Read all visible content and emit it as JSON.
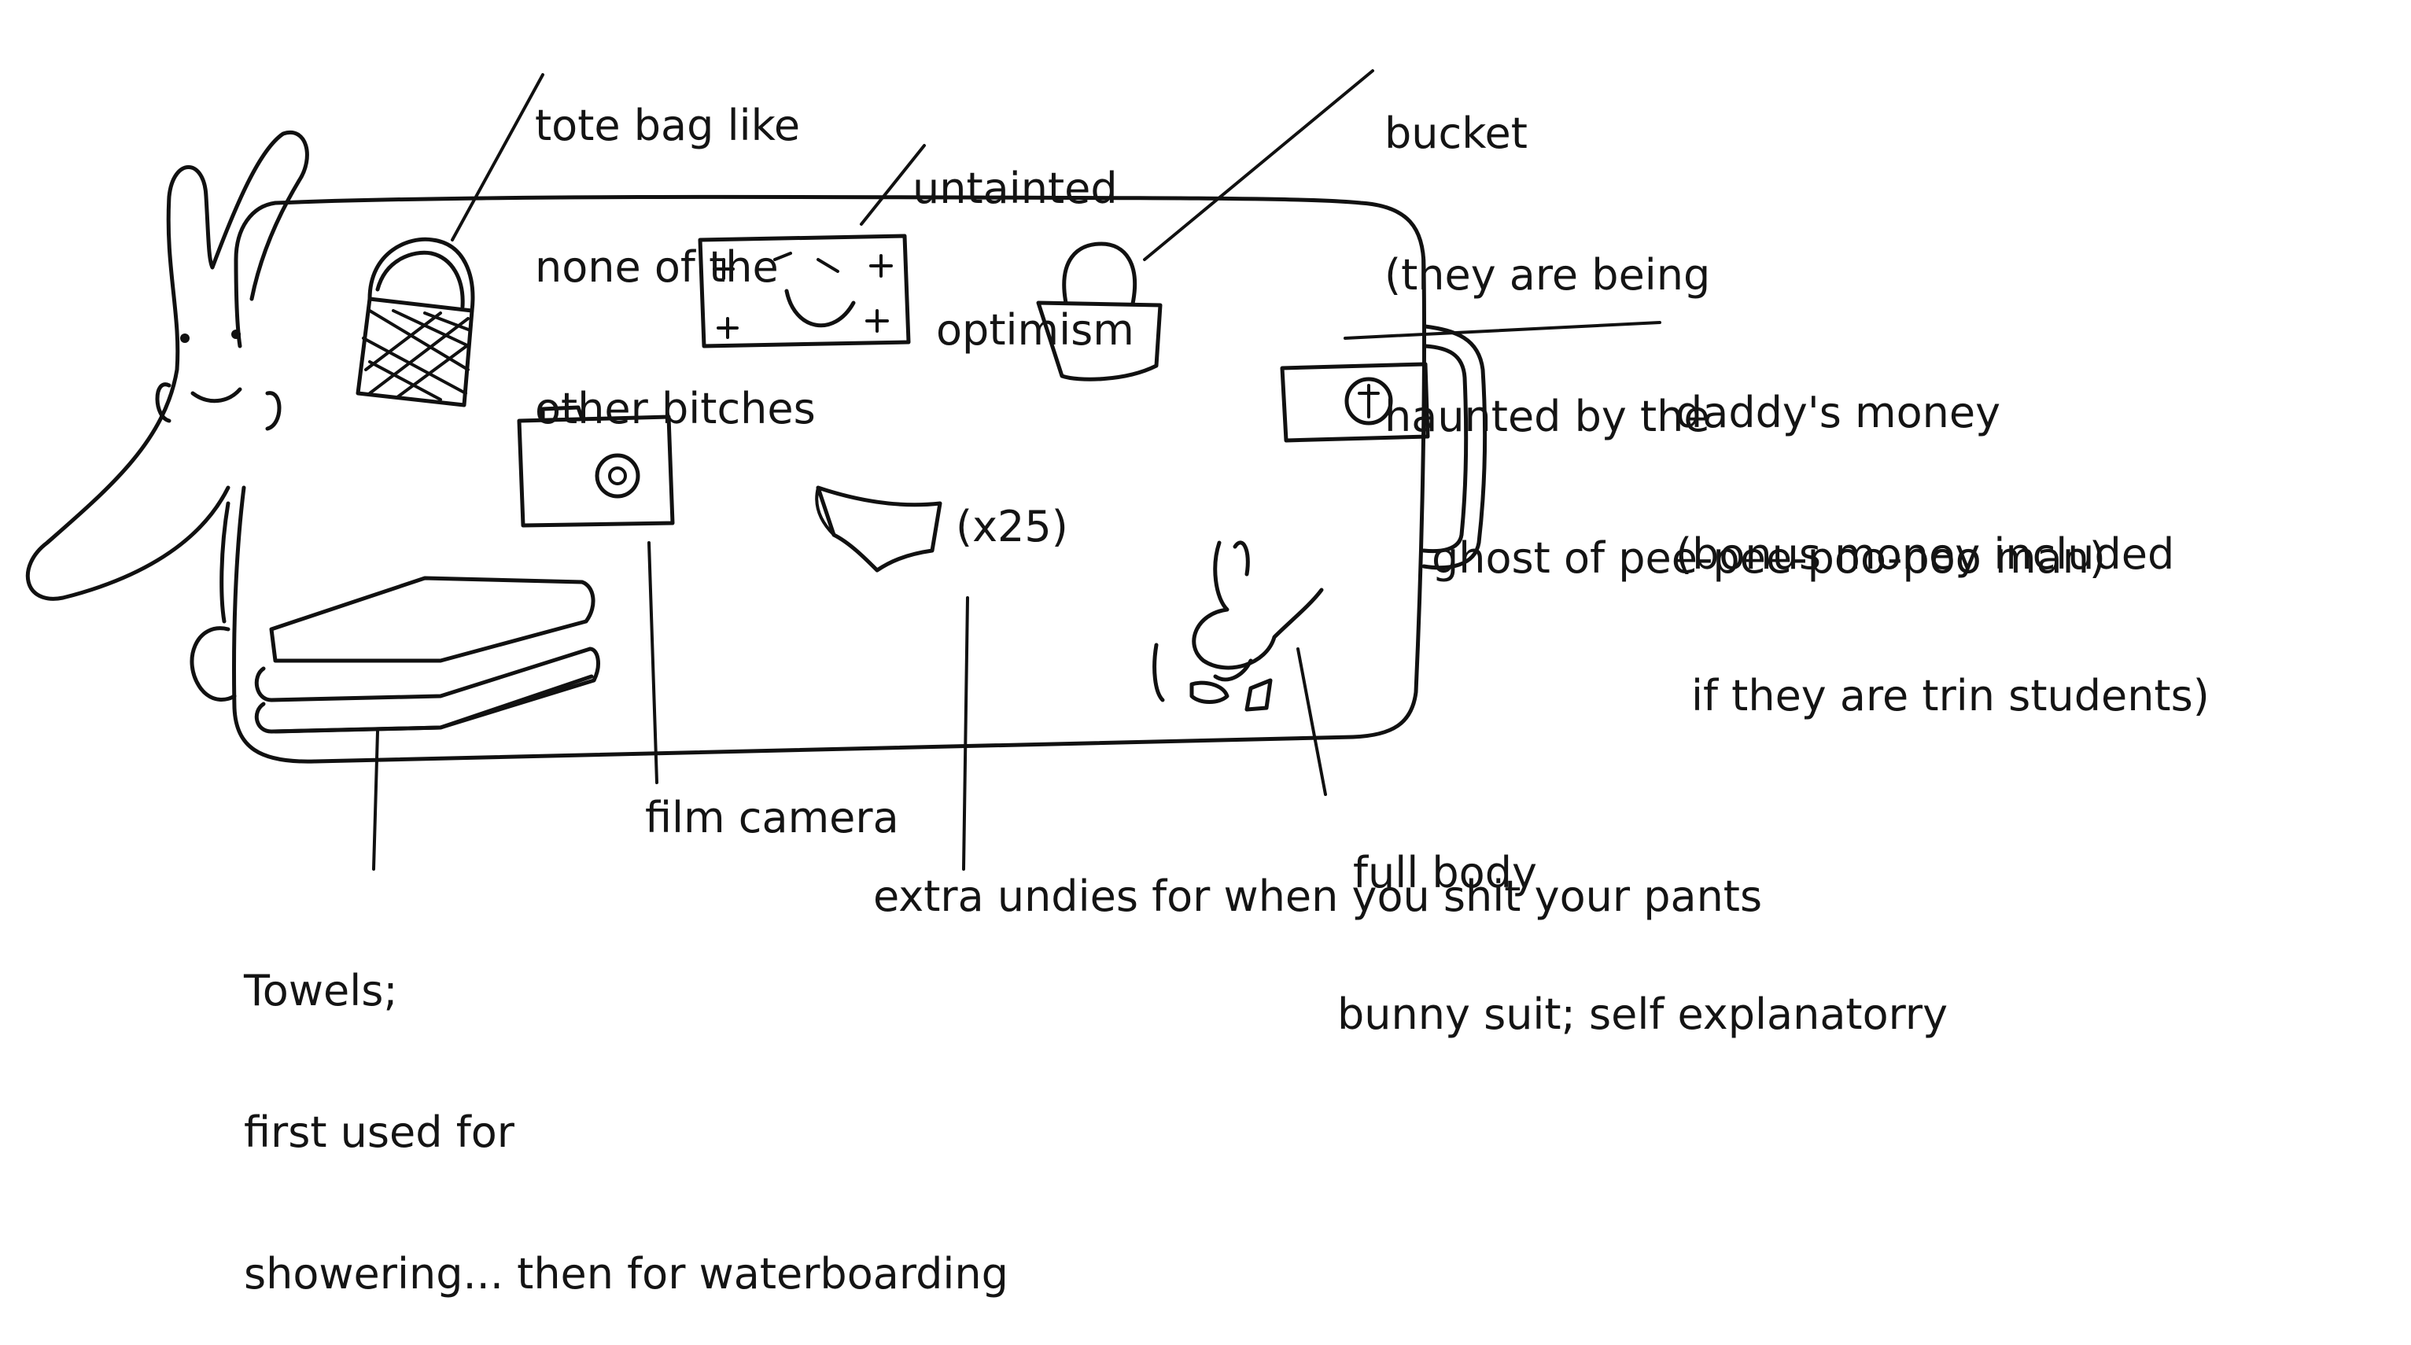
{
  "labels": {
    "tote_bag": [
      "tote bag like",
      "none of the",
      "other bitches"
    ],
    "optimism": [
      "untainted",
      "optimism"
    ],
    "bucket": [
      "bucket",
      "(they are being",
      "haunted by the",
      "ghost of pee-pee-poo-poo man)"
    ],
    "money": [
      "daddy's money",
      "(bonus money included",
      "if they are trin students)"
    ],
    "undies_count": "(x25)",
    "camera": "film camera",
    "bunny_suit": [
      "full body",
      "bunny suit; self explanatorry"
    ],
    "undies": "extra undies for when you shit your pants",
    "towels": [
      "Towels;",
      "first used for",
      "showering... then for waterboarding"
    ]
  },
  "colors": {
    "ink": "#111111",
    "paper": "#ffffff"
  }
}
